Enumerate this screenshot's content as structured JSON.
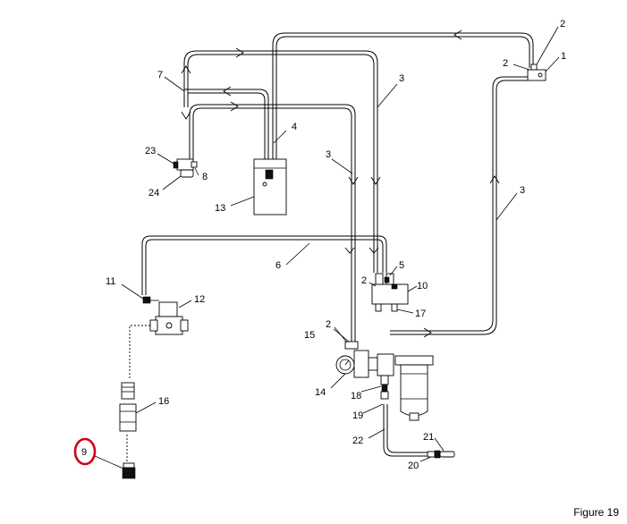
{
  "figure_caption": "Figure 19",
  "highlight_color": "#d0021b",
  "callouts": [
    {
      "id": "1",
      "label": "1"
    },
    {
      "id": "2",
      "label": "2"
    },
    {
      "id": "3",
      "label": "3"
    },
    {
      "id": "4",
      "label": "4"
    },
    {
      "id": "5",
      "label": "5"
    },
    {
      "id": "6",
      "label": "6"
    },
    {
      "id": "7",
      "label": "7"
    },
    {
      "id": "8",
      "label": "8"
    },
    {
      "id": "9",
      "label": "9"
    },
    {
      "id": "10",
      "label": "10"
    },
    {
      "id": "11",
      "label": "11"
    },
    {
      "id": "12",
      "label": "12"
    },
    {
      "id": "13",
      "label": "13"
    },
    {
      "id": "14",
      "label": "14"
    },
    {
      "id": "15",
      "label": "15"
    },
    {
      "id": "16",
      "label": "16"
    },
    {
      "id": "17",
      "label": "17"
    },
    {
      "id": "18",
      "label": "18"
    },
    {
      "id": "19",
      "label": "19"
    },
    {
      "id": "20",
      "label": "20"
    },
    {
      "id": "21",
      "label": "21"
    },
    {
      "id": "22",
      "label": "22"
    },
    {
      "id": "23",
      "label": "23"
    },
    {
      "id": "24",
      "label": "24"
    }
  ]
}
